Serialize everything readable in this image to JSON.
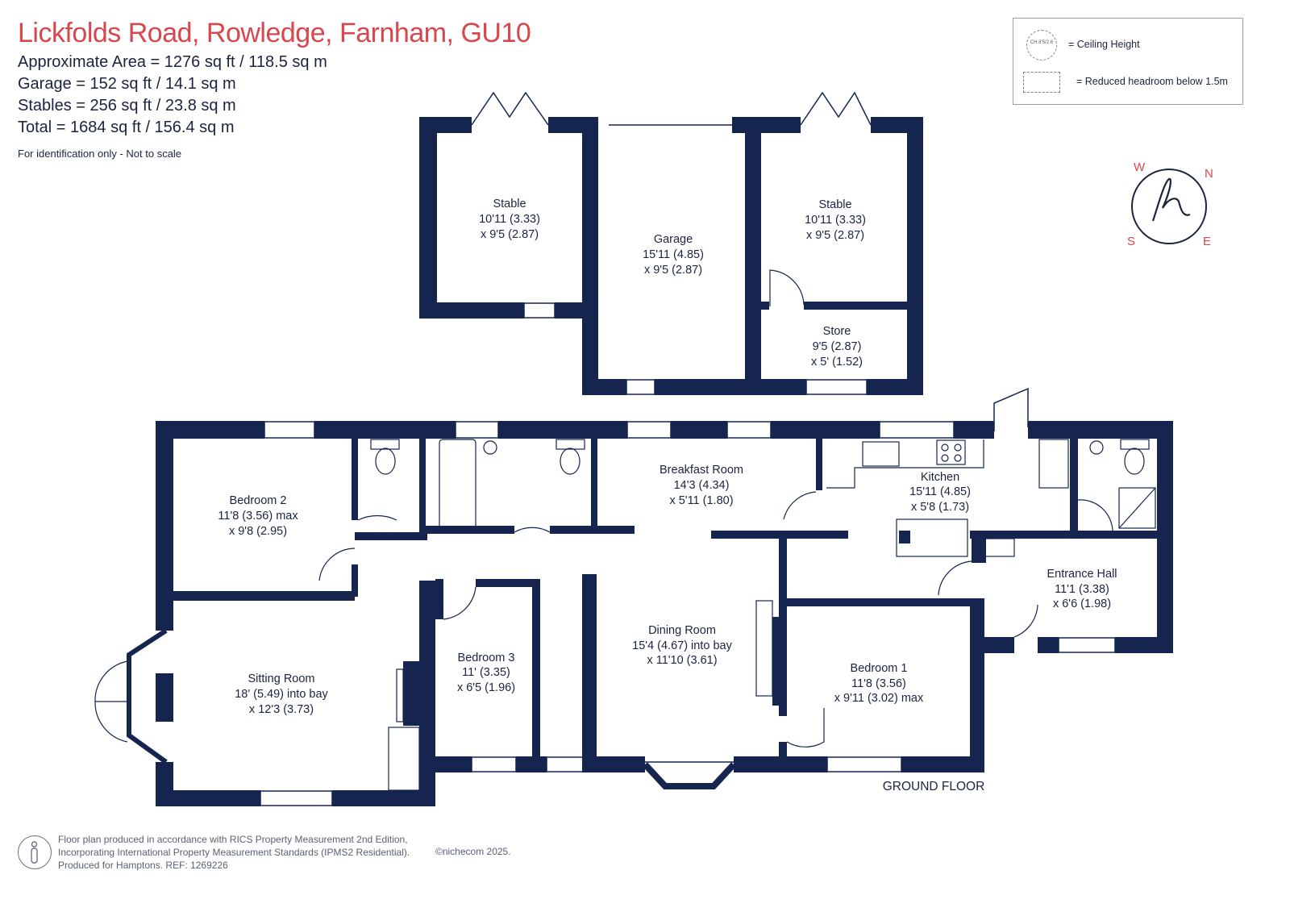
{
  "header": {
    "title": "Lickfolds Road, Rowledge, Farnham, GU10",
    "approx_area": "Approximate Area = 1276  sq ft / 118.5  sq m",
    "garage": "Garage = 152 sq ft / 14.1  sq m",
    "stables": "Stables = 256 sq ft / 23.8  sq m",
    "total": "Total = 1684 sq ft / 156.4 sq m",
    "note": "For identification only - Not to scale"
  },
  "legend": {
    "ch_icon_text": "CH 8'5/2.6",
    "ceiling_height": "= Ceiling Height",
    "reduced_headroom": "= Reduced headroom below 1.5m"
  },
  "compass": {
    "w": "W",
    "n": "N",
    "s": "S",
    "e": "E",
    "logo": "h"
  },
  "rooms": {
    "stable_left": {
      "name": "Stable",
      "dim1": "10'11 (3.33)",
      "dim2": "x 9'5 (2.87)"
    },
    "garage": {
      "name": "Garage",
      "dim1": "15'11 (4.85)",
      "dim2": "x 9'5 (2.87)"
    },
    "stable_right": {
      "name": "Stable",
      "dim1": "10'11 (3.33)",
      "dim2": "x 9'5 (2.87)"
    },
    "store": {
      "name": "Store",
      "dim1": "9'5 (2.87)",
      "dim2": "x 5' (1.52)"
    },
    "bedroom2": {
      "name": "Bedroom 2",
      "dim1": "11'8 (3.56) max",
      "dim2": "x 9'8 (2.95)"
    },
    "breakfast": {
      "name": "Breakfast Room",
      "dim1": "14'3 (4.34)",
      "dim2": "x 5'11 (1.80)"
    },
    "kitchen": {
      "name": "Kitchen",
      "dim1": "15'11 (4.85)",
      "dim2": "x 5'8 (1.73)"
    },
    "entrance": {
      "name": "Entrance Hall",
      "dim1": "11'1 (3.38)",
      "dim2": "x 6'6 (1.98)"
    },
    "sitting": {
      "name": "Sitting Room",
      "dim1": "18' (5.49) into bay",
      "dim2": "x 12'3 (3.73)"
    },
    "bedroom3": {
      "name": "Bedroom 3",
      "dim1": "11' (3.35)",
      "dim2": "x 6'5 (1.96)"
    },
    "dining": {
      "name": "Dining Room",
      "dim1": "15'4 (4.67) into bay",
      "dim2": "x 11'10 (3.61)"
    },
    "bedroom1": {
      "name": "Bedroom 1",
      "dim1": "11'8 (3.56)",
      "dim2": "x 9'11 (3.02) max"
    }
  },
  "floor_label": "GROUND FLOOR",
  "footer": {
    "line1": "Floor plan produced in accordance with RICS Property Measurement 2nd Edition,",
    "line2": "Incorporating International Property Measurement Standards (IPMS2 Residential).",
    "line3": "Produced for Hamptons.   REF:  1269226",
    "copyright": "©nichecom 2025."
  },
  "colors": {
    "wall": "#15254f",
    "title": "#d8474d",
    "compass": "#d8474d"
  }
}
